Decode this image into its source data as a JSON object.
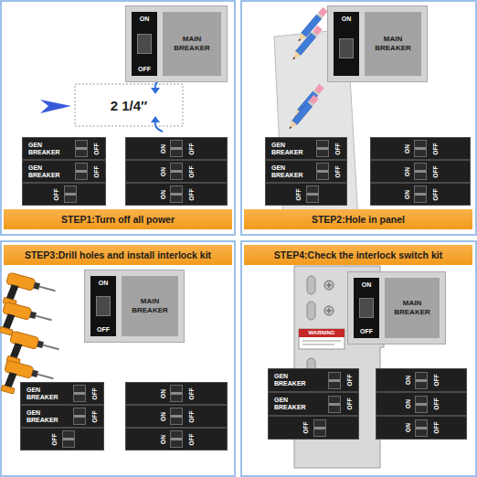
{
  "diagram": {
    "nodes": [
      {
        "text": [
          "ON",
          "MAIN BREAKER",
          "OFF"
        ]
      },
      {
        "text": [
          "GEN BREAKER",
          "OFF"
        ]
      },
      {
        "text": [
          "ON",
          "OFF"
        ]
      },
      {
        "text": [
          "GEN BREAKER",
          "OFF"
        ]
      },
      {
        "text": [
          "ON",
          "OFF"
        ]
      },
      {
        "text": [
          "OFF"
        ]
      },
      {
        "text": [
          "ON",
          "OFF"
        ]
      },
      {
        "text": [
          "STEP1:Turn off all power"
        ]
      },
      {
        "text": [
          "ON",
          "MAIN BREAKER"
        ]
      },
      {
        "text": [
          "GEN BREAKER",
          "OFF"
        ]
      },
      {
        "text": [
          "ON",
          "OFF"
        ]
      },
      {
        "text": [
          "GEN BREAKER",
          "OFF"
        ]
      },
      {
        "text": [
          "ON",
          "OFF"
        ]
      },
      {
        "text": [
          "OFF"
        ]
      },
      {
        "text": [
          "ON",
          "OFF"
        ]
      },
      {
        "text": [
          "STEP2:Hole in panel"
        ]
      },
      {
        "text": [
          "STEP3:Drill holes and install interlock kit"
        ]
      },
      {
        "text": [
          "ON",
          "MAIN BREAKER",
          "OFF"
        ]
      },
      {
        "text": [
          "GEN BREAKER",
          "OFF"
        ]
      },
      {
        "text": [
          "ON",
          "OFF"
        ]
      },
      {
        "text": [
          "GEN BREAKER",
          "OFF"
        ]
      },
      {
        "text": [
          "ON",
          "OFF"
        ]
      },
      {
        "text": [
          "OFF"
        ]
      },
      {
        "text": [
          "ON",
          "OFF"
        ]
      },
      {
        "text": [
          "STEP4:Check the interlock switch kit"
        ]
      },
      {
        "text": [
          "ON",
          "MAIN BREAKER",
          "OFF"
        ]
      },
      {
        "text": [
          "GEN BREAKER",
          "OFF"
        ]
      },
      {
        "text": [
          "ON",
          "OFF"
        ]
      },
      {
        "text": [
          "GEN BREAKER",
          "OFF"
        ]
      },
      {
        "text": [
          "ON",
          "OFF"
        ]
      },
      {
        "text": [
          "OFF"
        ]
      },
      {
        "text": [
          "ON",
          "OFF"
        ]
      }
    ],
    "labels": [
      "2 1/4″",
      "WARNING"
    ]
  }
}
